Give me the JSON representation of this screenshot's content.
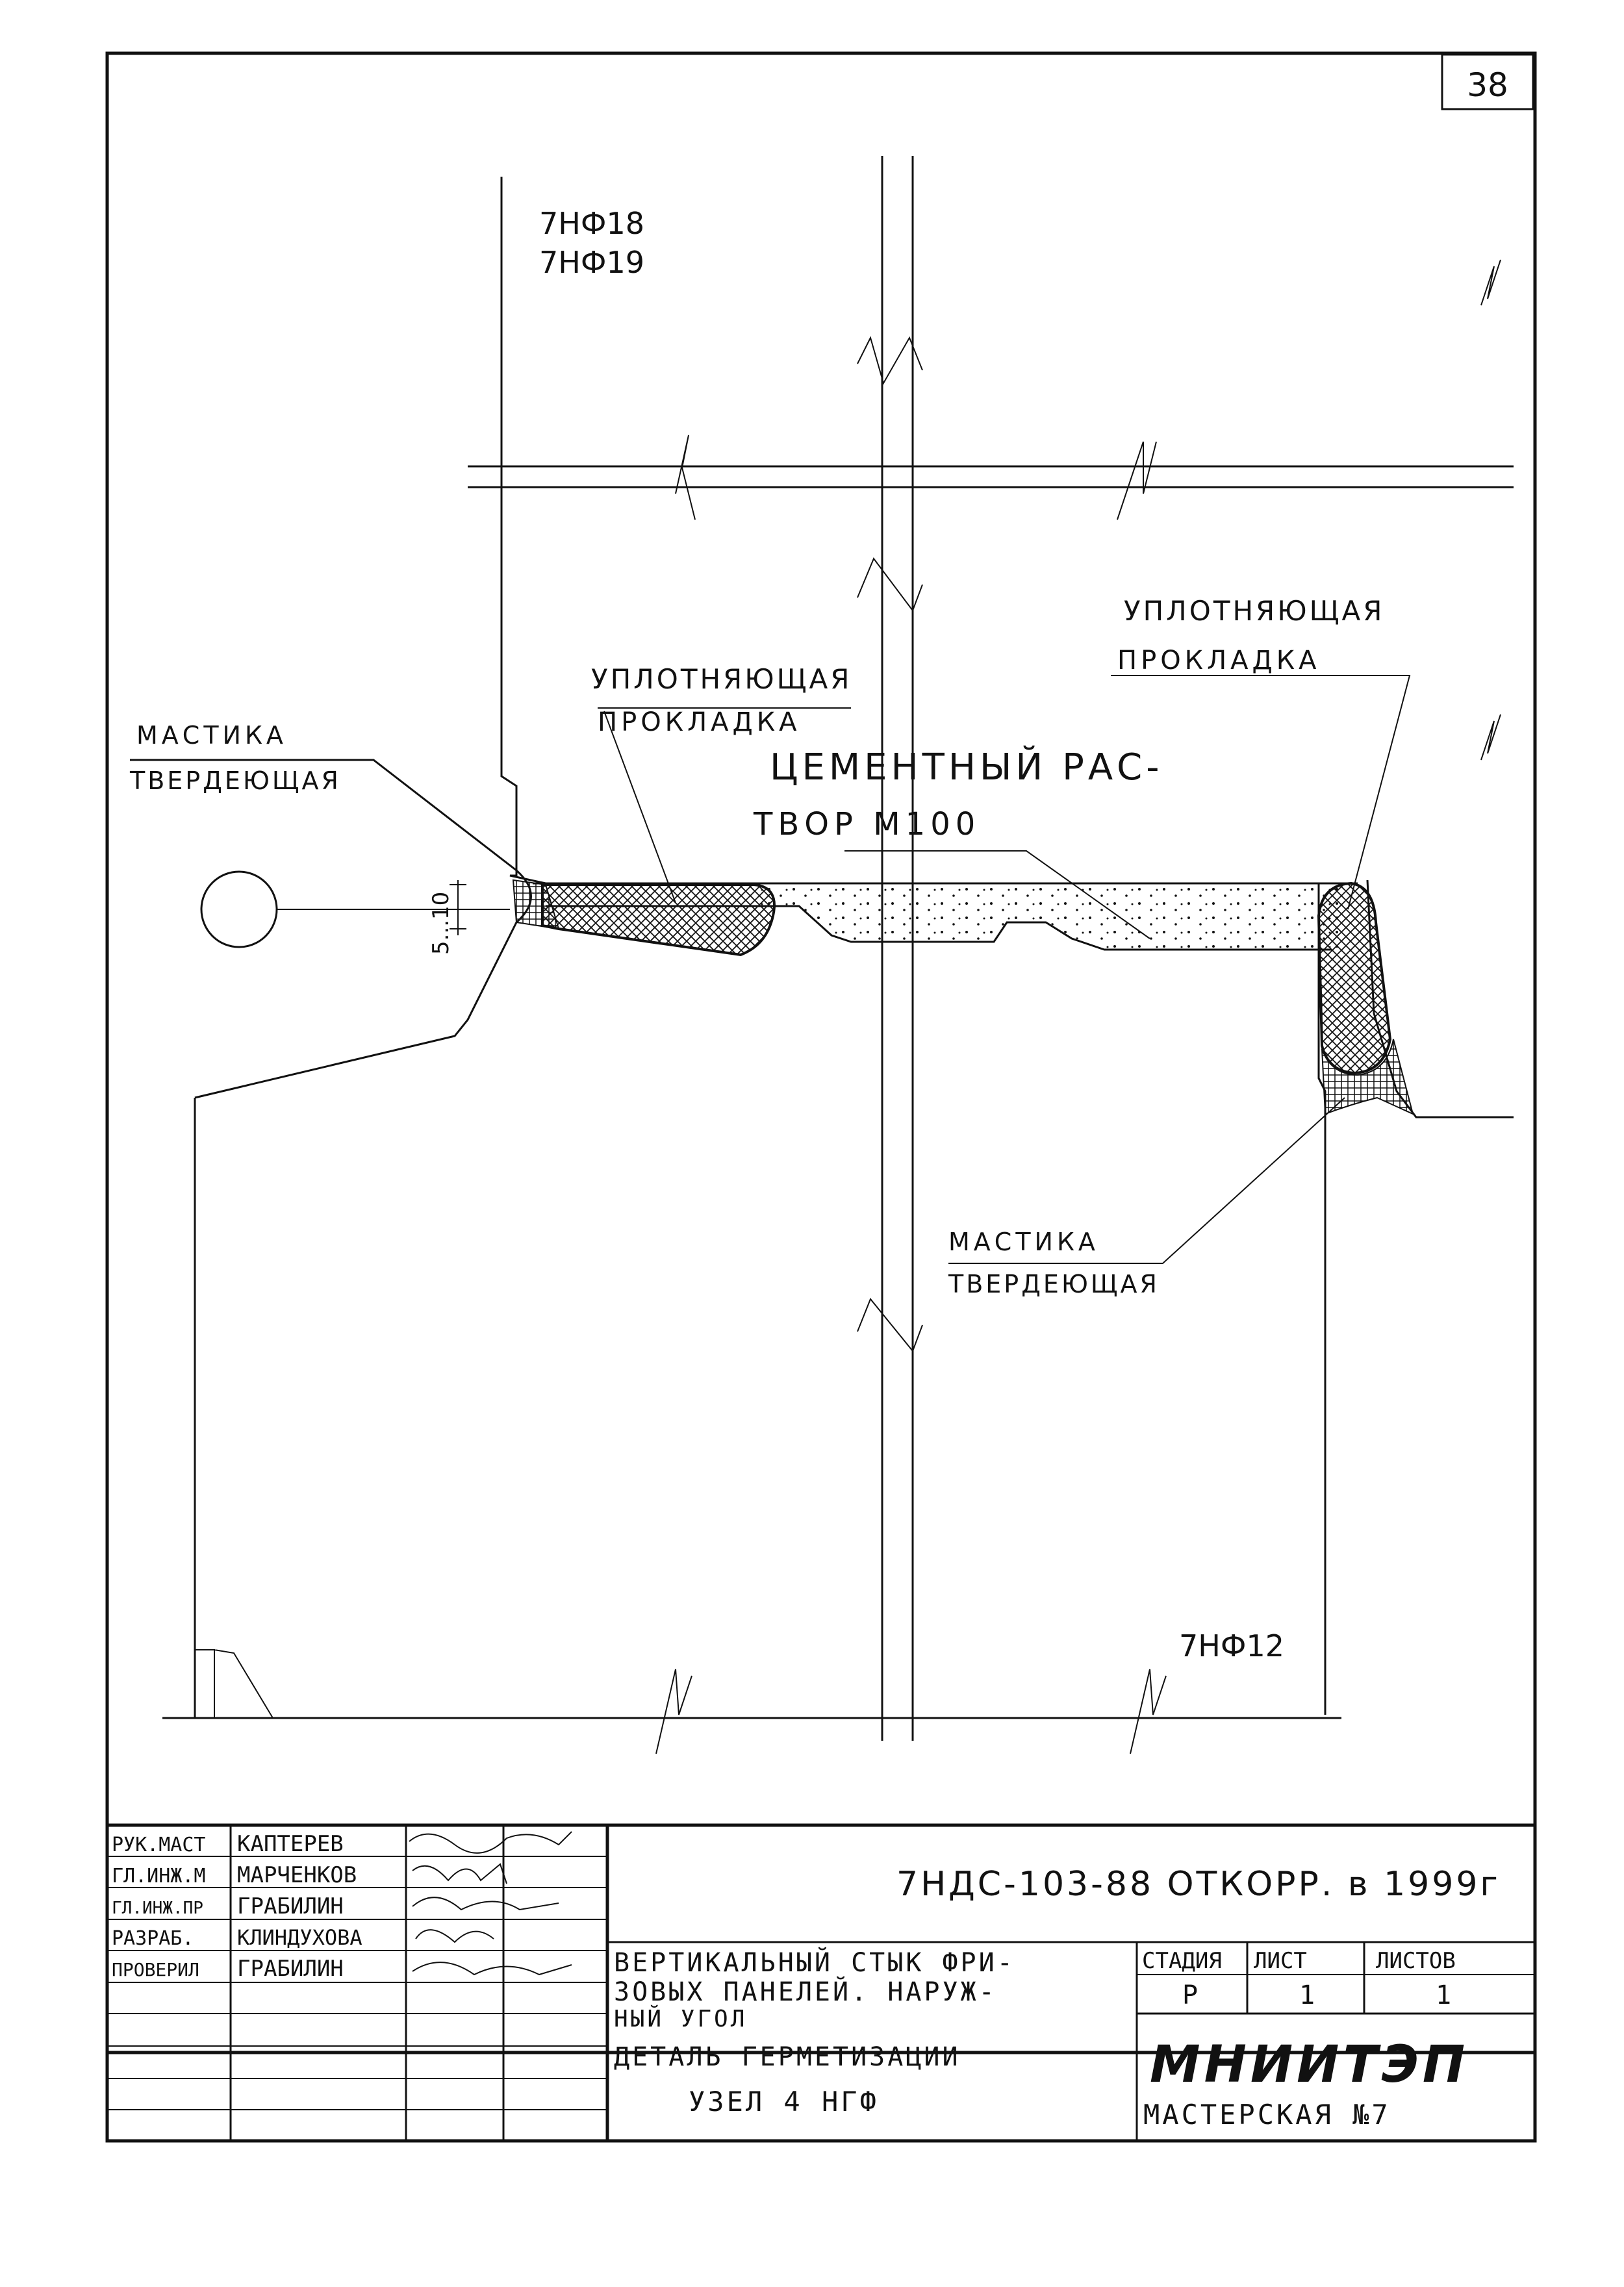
{
  "sheet": {
    "number": "38"
  },
  "drawing": {
    "panel_codes_top": [
      "7НФ18",
      "7НФ19"
    ],
    "panel_code_bottom": "7НФ12",
    "dimension_text": "5...10",
    "labels": {
      "mastic_left": [
        "МАСТИКА",
        "ТВЕРДЕЮЩАЯ"
      ],
      "gasket_left": [
        "УПЛОТНЯЮЩАЯ",
        "ПРОКЛАДКА"
      ],
      "mortar": [
        "ЦЕМЕНТНЫЙ РАС-",
        "ТВОР М100"
      ],
      "gasket_right": [
        "УПЛОТНЯЮЩАЯ",
        "ПРОКЛАДКА"
      ],
      "mastic_bottom": [
        "МАСТИКА",
        "ТВЕРДЕЮЩАЯ"
      ]
    }
  },
  "title_block": {
    "document_code": "7НДС-103-88 ОТКОРР. в 1999г",
    "staff": [
      {
        "role": "РУК.МАСТ",
        "name": "КАПТЕРЕВ"
      },
      {
        "role": "ГЛ.ИНЖ.М",
        "name": "МАРЧЕНКОВ"
      },
      {
        "role": "ГЛ.ИНЖ.ПР",
        "name": "ГРАБИЛИН"
      },
      {
        "role": "РАЗРАБ.",
        "name": "КЛИНДУХОВА"
      },
      {
        "role": "ПРОВЕРИЛ",
        "name": "ГРАБИЛИН"
      }
    ],
    "description_lines": [
      "ВЕРТИКАЛЬНЫЙ СТЫК ФРИ-",
      "ЗОВЫХ ПАНЕЛЕЙ. НАРУЖ-",
      "НЫЙ УГОЛ",
      "ДЕТАЛЬ ГЕРМЕТИЗАЦИИ",
      "УЗЕЛ    4 НГФ"
    ],
    "stage_header": "СТАДИЯ",
    "sheet_header": "ЛИСТ",
    "sheets_header": "ЛИСТОВ",
    "stage_value": "Р",
    "sheet_value": "1",
    "sheets_value": "1",
    "org_name": "МНИИТЭП",
    "org_sub": "МАСТЕРСКАЯ №7"
  }
}
